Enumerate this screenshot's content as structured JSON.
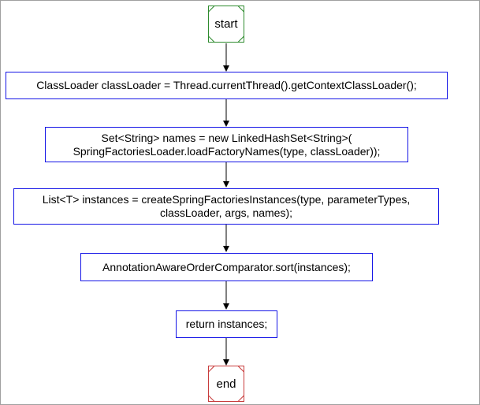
{
  "flowchart": {
    "start": {
      "label": "start"
    },
    "steps": [
      {
        "lines": [
          "ClassLoader classLoader = Thread.currentThread().getContextClassLoader();"
        ]
      },
      {
        "lines": [
          "Set<String> names = new LinkedHashSet<String>(",
          "SpringFactoriesLoader.loadFactoryNames(type, classLoader));"
        ]
      },
      {
        "lines": [
          "List<T> instances = createSpringFactoriesInstances(type, parameterTypes,",
          "classLoader, args, names);"
        ]
      },
      {
        "lines": [
          "AnnotationAwareOrderComparator.sort(instances);"
        ]
      },
      {
        "lines": [
          "return instances;"
        ]
      }
    ],
    "end": {
      "label": "end"
    }
  },
  "colors": {
    "process_border": "#1414e6",
    "start_border": "#2e8b2e",
    "end_border": "#c83c3c",
    "edge": "#000000"
  }
}
